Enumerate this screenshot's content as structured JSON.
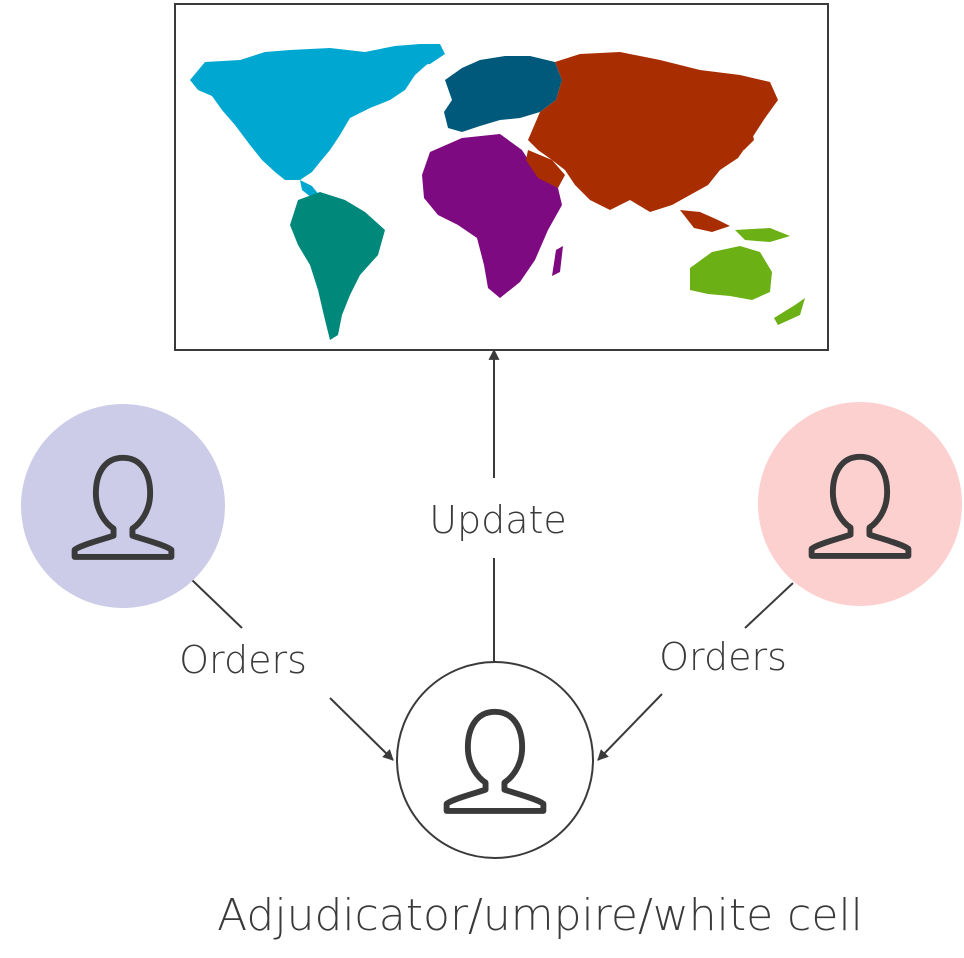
{
  "map": {
    "regions": [
      {
        "name": "north-america",
        "color": "#00a7d0"
      },
      {
        "name": "south-america",
        "color": "#00897b"
      },
      {
        "name": "europe",
        "color": "#00587a"
      },
      {
        "name": "africa",
        "color": "#7d0a80"
      },
      {
        "name": "asia",
        "color": "#a82d00"
      },
      {
        "name": "oceania",
        "color": "#6bb014"
      }
    ]
  },
  "players": {
    "left_color": "#cccbe8",
    "right_color": "#fdd0d0",
    "icon": "person-icon"
  },
  "edges": {
    "update_label": "Update",
    "left_orders_label": "Orders",
    "right_orders_label": "Orders"
  },
  "adjudicator": {
    "caption": "Adjudicator/umpire/white cell",
    "icon": "person-icon"
  },
  "colors": {
    "line": "#3a3a3a",
    "map_border": "#3a3a3a"
  }
}
